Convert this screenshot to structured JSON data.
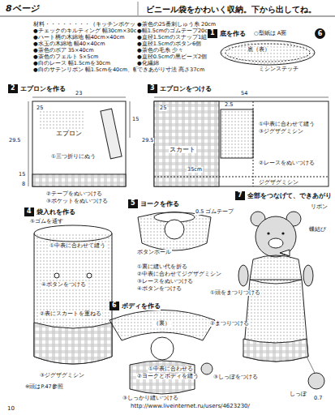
{
  "diagram": {
    "title": "ビニール袋をかわいく収納。下から出してね。",
    "nodes": [
      {
        "text": [
          "6"
        ]
      },
      {
        "text": [
          "1",
          "底を作る"
        ]
      },
      {
        "text": [
          "2",
          "エプロンを作る"
        ]
      },
      {
        "text": [
          "3",
          "エプロンをつける"
        ]
      },
      {
        "text": [
          "4",
          "袋入れを作る"
        ]
      },
      {
        "text": [
          "5",
          "ヨークを作る"
        ]
      },
      {
        "text": [
          "6",
          "ボディを作る"
        ]
      },
      {
        "text": [
          "7",
          "全部をつなげて、できあがり"
        ]
      }
    ],
    "labels": [
      "8ページ",
      "材料・・・・・・・・（キッチンポケット）",
      "●チェックのキルティング 幅30cm×30cm",
      "●ハート柄の木綿地 幅40cm×40cm",
      "●水玉の木綿地 幅40×40cm",
      "●茶色のボア 35×40cm",
      "●茶色のフェルト 5×5cm",
      "●白のレース 幅1.5cmを30cm",
      "●白のサテンリボン 幅1.5cmを40cm、幅0.8cmを30cm",
      "●茶色の25番刺しゅう糸 20cm",
      "●幅1.5cmのゴムテープ20cm",
      "●直径1.5cmのスナップ1組",
      "●直径1.5cmのボタン6個",
      "●茶色の毛糸 少々",
      "●直径0.5cmの黒ビーズ2個",
      "●化繊綿",
      "できあがり寸法 高さ37cm",
      "底（表）",
      "ミシンステッチ",
      "○型紙は A面",
      "23",
      "25",
      "15",
      "29.5",
      "エプロン",
      "①三つ折りにぬう",
      "15",
      "8",
      "②テープをぬいつける",
      "③ポケットをぬいつける",
      "54",
      "25",
      "29.5",
      "スカート",
      "2.5",
      "①中表に合わせて縫う",
      "③ジグザグミシン",
      "②レースをぬいつける",
      "ジグザグミシン",
      "35cm",
      "⑤ゴムを通す",
      "①中表に合わせて縫う",
      "④ボタンをつける",
      "②表にスカートを重ねる",
      "③ジグザグミシン",
      "0.5 ゴムテープ",
      "ボタンホール",
      "①裏に縫い代を折る",
      "②中表に合わせてジグザグミシン",
      "③レースをぬいつける",
      "④ボタンをつける",
      "（裏）",
      "①中表に合わせる",
      "②ヨークとボディを縫う",
      "③しっかり縫いつける",
      "リボン",
      "蝶結び",
      "①頭をまつりつける",
      "②まつりつける",
      "③しっぽをつける",
      "しっぽ",
      "0.7",
      "※頭はP.47参照",
      "10",
      "http://www.liveinternet.ru/users/4623230/"
    ]
  }
}
